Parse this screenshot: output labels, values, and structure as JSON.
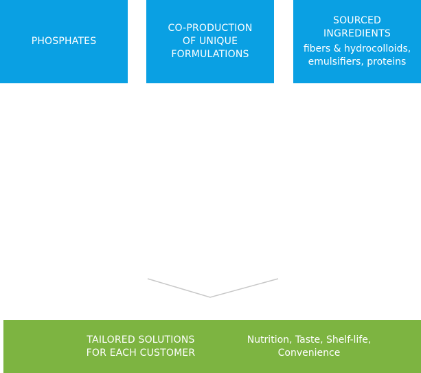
{
  "colors": {
    "box_fill": "#0aa0e3",
    "bar_fill": "#7db441",
    "connector_line": "#c8c8c8",
    "text": "#ffffff"
  },
  "boxes": [
    {
      "title": "PHOSPHATES"
    },
    {
      "title": "CO-PRODUCTION\nOF UNIQUE\nFORMULATIONS"
    },
    {
      "title": "SOURCED\nINGREDIENTS",
      "subtitle": "fibers & hydrocolloids,\nemulsifiers, proteins"
    }
  ],
  "bottom_bar": {
    "left_text": "TAILORED SOLUTIONS\nFOR EACH CUSTOMER",
    "right_text": "Nutrition, Taste, Shelf-life,\nConvenience"
  }
}
